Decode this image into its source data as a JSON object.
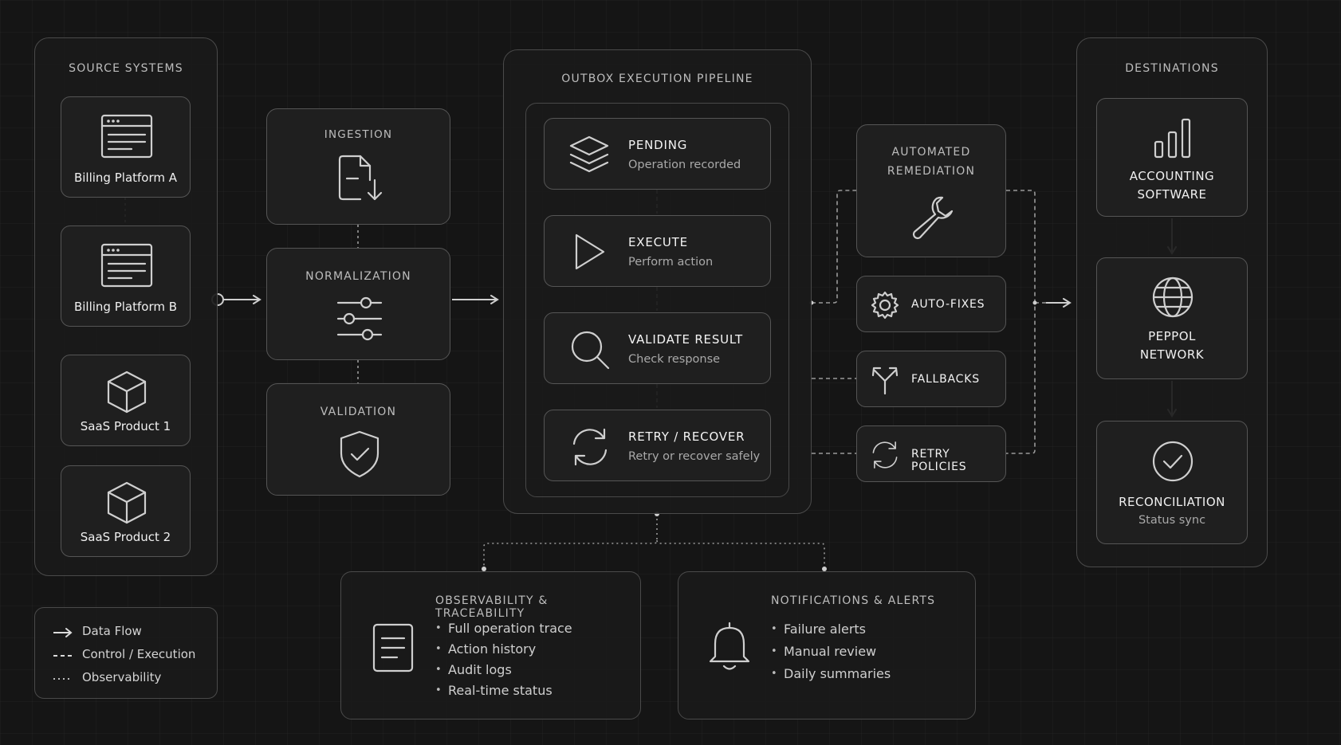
{
  "source_systems": {
    "title": "SOURCE SYSTEMS",
    "items": [
      {
        "label": "Billing Platform A",
        "icon": "browser-window-icon"
      },
      {
        "label": "Billing Platform B",
        "icon": "browser-window-icon"
      },
      {
        "label": "SaaS Product 1",
        "icon": "cube-icon"
      },
      {
        "label": "SaaS Product 2",
        "icon": "cube-icon"
      }
    ]
  },
  "stages": {
    "ingestion": "INGESTION",
    "normalization": "NORMALIZATION",
    "validation": "VALIDATION"
  },
  "pipeline": {
    "title": "OUTBOX EXECUTION PIPELINE",
    "steps": [
      {
        "title": "PENDING",
        "subtitle": "Operation recorded",
        "icon": "layers-icon"
      },
      {
        "title": "EXECUTE",
        "subtitle": "Perform action",
        "icon": "play-icon"
      },
      {
        "title": "VALIDATE RESULT",
        "subtitle": "Check response",
        "icon": "search-icon"
      },
      {
        "title": "RETRY / RECOVER",
        "subtitle": "Retry or recover safely",
        "icon": "refresh-icon"
      }
    ]
  },
  "remediation": {
    "title_line1": "AUTOMATED",
    "title_line2": "REMEDIATION",
    "items": [
      {
        "label": "AUTO-FIXES",
        "icon": "gear-icon"
      },
      {
        "label": "FALLBACKS",
        "icon": "fork-icon"
      },
      {
        "label": "RETRY POLICIES",
        "icon": "refresh-icon"
      }
    ]
  },
  "destinations": {
    "title": "DESTINATIONS",
    "items": [
      {
        "line1": "ACCOUNTING",
        "line2": "SOFTWARE",
        "icon": "bar-chart-icon"
      },
      {
        "line1": "PEPPOL",
        "line2": "NETWORK",
        "icon": "globe-icon"
      },
      {
        "line1": "RECONCILIATION",
        "line2": "Status sync",
        "icon": "check-circle-icon"
      }
    ]
  },
  "observability": {
    "title": "OBSERVABILITY & TRACEABILITY",
    "items": [
      "Full operation trace",
      "Action history",
      "Audit logs",
      "Real-time status"
    ]
  },
  "notifications": {
    "title": "NOTIFICATIONS & ALERTS",
    "items": [
      "Failure alerts",
      "Manual review",
      "Daily summaries"
    ]
  },
  "legend": {
    "items": [
      {
        "label": "Data Flow",
        "style": "solid-arrow"
      },
      {
        "label": "Control / Execution",
        "style": "dashed"
      },
      {
        "label": "Observability",
        "style": "dotted"
      }
    ]
  },
  "colors": {
    "background": "#151515",
    "border": "#4a4a4a",
    "text": "#e6e6e6"
  }
}
